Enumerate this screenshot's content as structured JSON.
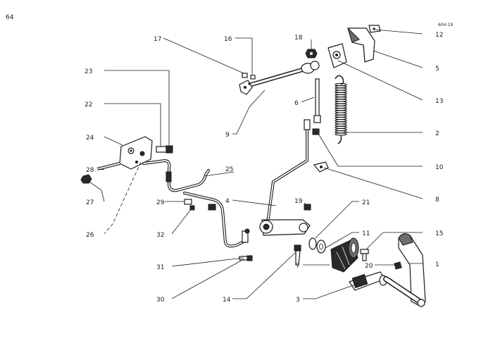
{
  "page": {
    "number": "64",
    "reference": "604-19"
  },
  "callouts": [
    {
      "id": "c1",
      "label": "1"
    },
    {
      "id": "c2",
      "label": "2"
    },
    {
      "id": "c3",
      "label": "3"
    },
    {
      "id": "c4",
      "label": "4"
    },
    {
      "id": "c5",
      "label": "5"
    },
    {
      "id": "c6",
      "label": "6"
    },
    {
      "id": "c7",
      "label": "7"
    },
    {
      "id": "c8",
      "label": "8"
    },
    {
      "id": "c9",
      "label": "9"
    },
    {
      "id": "c10",
      "label": "10"
    },
    {
      "id": "c11",
      "label": "11"
    },
    {
      "id": "c12",
      "label": "12"
    },
    {
      "id": "c13",
      "label": "13"
    },
    {
      "id": "c14",
      "label": "14"
    },
    {
      "id": "c15",
      "label": "15"
    },
    {
      "id": "c16",
      "label": "16"
    },
    {
      "id": "c17",
      "label": "17"
    },
    {
      "id": "c18",
      "label": "18"
    },
    {
      "id": "c19",
      "label": "19"
    },
    {
      "id": "c20",
      "label": "20"
    },
    {
      "id": "c21",
      "label": "21"
    },
    {
      "id": "c22",
      "label": "22"
    },
    {
      "id": "c23",
      "label": "23"
    },
    {
      "id": "c24",
      "label": "24"
    },
    {
      "id": "c25",
      "label": "25"
    },
    {
      "id": "c26",
      "label": "26"
    },
    {
      "id": "c27",
      "label": "27"
    },
    {
      "id": "c28",
      "label": "28"
    },
    {
      "id": "c29",
      "label": "29"
    },
    {
      "id": "c30",
      "label": "30"
    },
    {
      "id": "c31",
      "label": "31"
    },
    {
      "id": "c32",
      "label": "32"
    }
  ]
}
